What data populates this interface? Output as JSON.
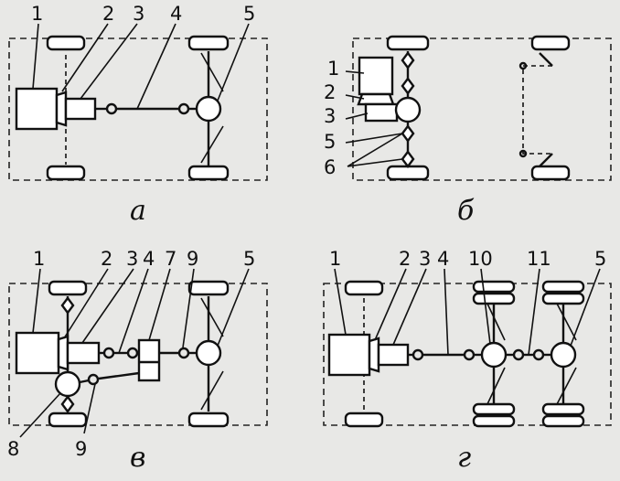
{
  "panels": {
    "a": {
      "caption": "а",
      "labels": [
        "1",
        "2",
        "3",
        "4",
        "5"
      ]
    },
    "b": {
      "caption": "б",
      "labels": [
        "1",
        "2",
        "3",
        "5",
        "6"
      ]
    },
    "v": {
      "caption": "в",
      "labels": [
        "1",
        "2",
        "3",
        "4",
        "7",
        "9",
        "5",
        "8",
        "9"
      ]
    },
    "g": {
      "caption": "г",
      "labels": [
        "1",
        "2",
        "3",
        "4",
        "10",
        "11",
        "5"
      ]
    }
  }
}
